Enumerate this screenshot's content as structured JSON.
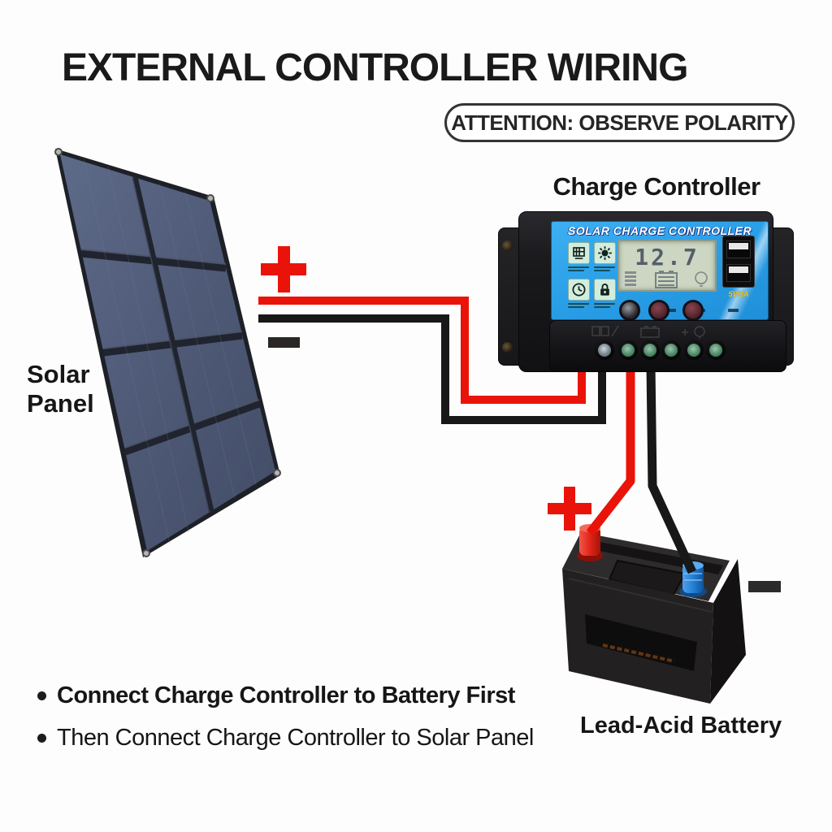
{
  "title": "EXTERNAL CONTROLLER WIRING",
  "attention_badge": "ATTENTION: OBSERVE POLARITY",
  "labels": {
    "charge_controller": "Charge Controller",
    "solar_panel_line1": "Solar",
    "solar_panel_line2": "Panel",
    "lead_acid_battery": "Lead-Acid Battery"
  },
  "symbols": {
    "solar_positive": "+",
    "solar_negative": "-",
    "battery_positive": "+",
    "battery_negative": "-"
  },
  "controller": {
    "faceplate_title": "SOLAR CHARGE CONTROLLER",
    "lcd_value": "12.7",
    "usb_label": "5V/3A",
    "icons": [
      "display-icon",
      "sun-icon",
      "clock-icon",
      "lock-icon"
    ],
    "button_count": 3,
    "terminal_count": 6
  },
  "instructions": [
    "Connect Charge Controller to Battery First",
    "Then Connect Charge Controller to Solar Panel"
  ],
  "colors": {
    "positive_wire": "#ea1309",
    "negative_wire": "#181818",
    "faceplate_blue": "#2aa0e8",
    "lcd_green": "#ccd6c2",
    "terminal_positive_cap": "#e23125",
    "terminal_negative_cap": "#2285e0"
  }
}
